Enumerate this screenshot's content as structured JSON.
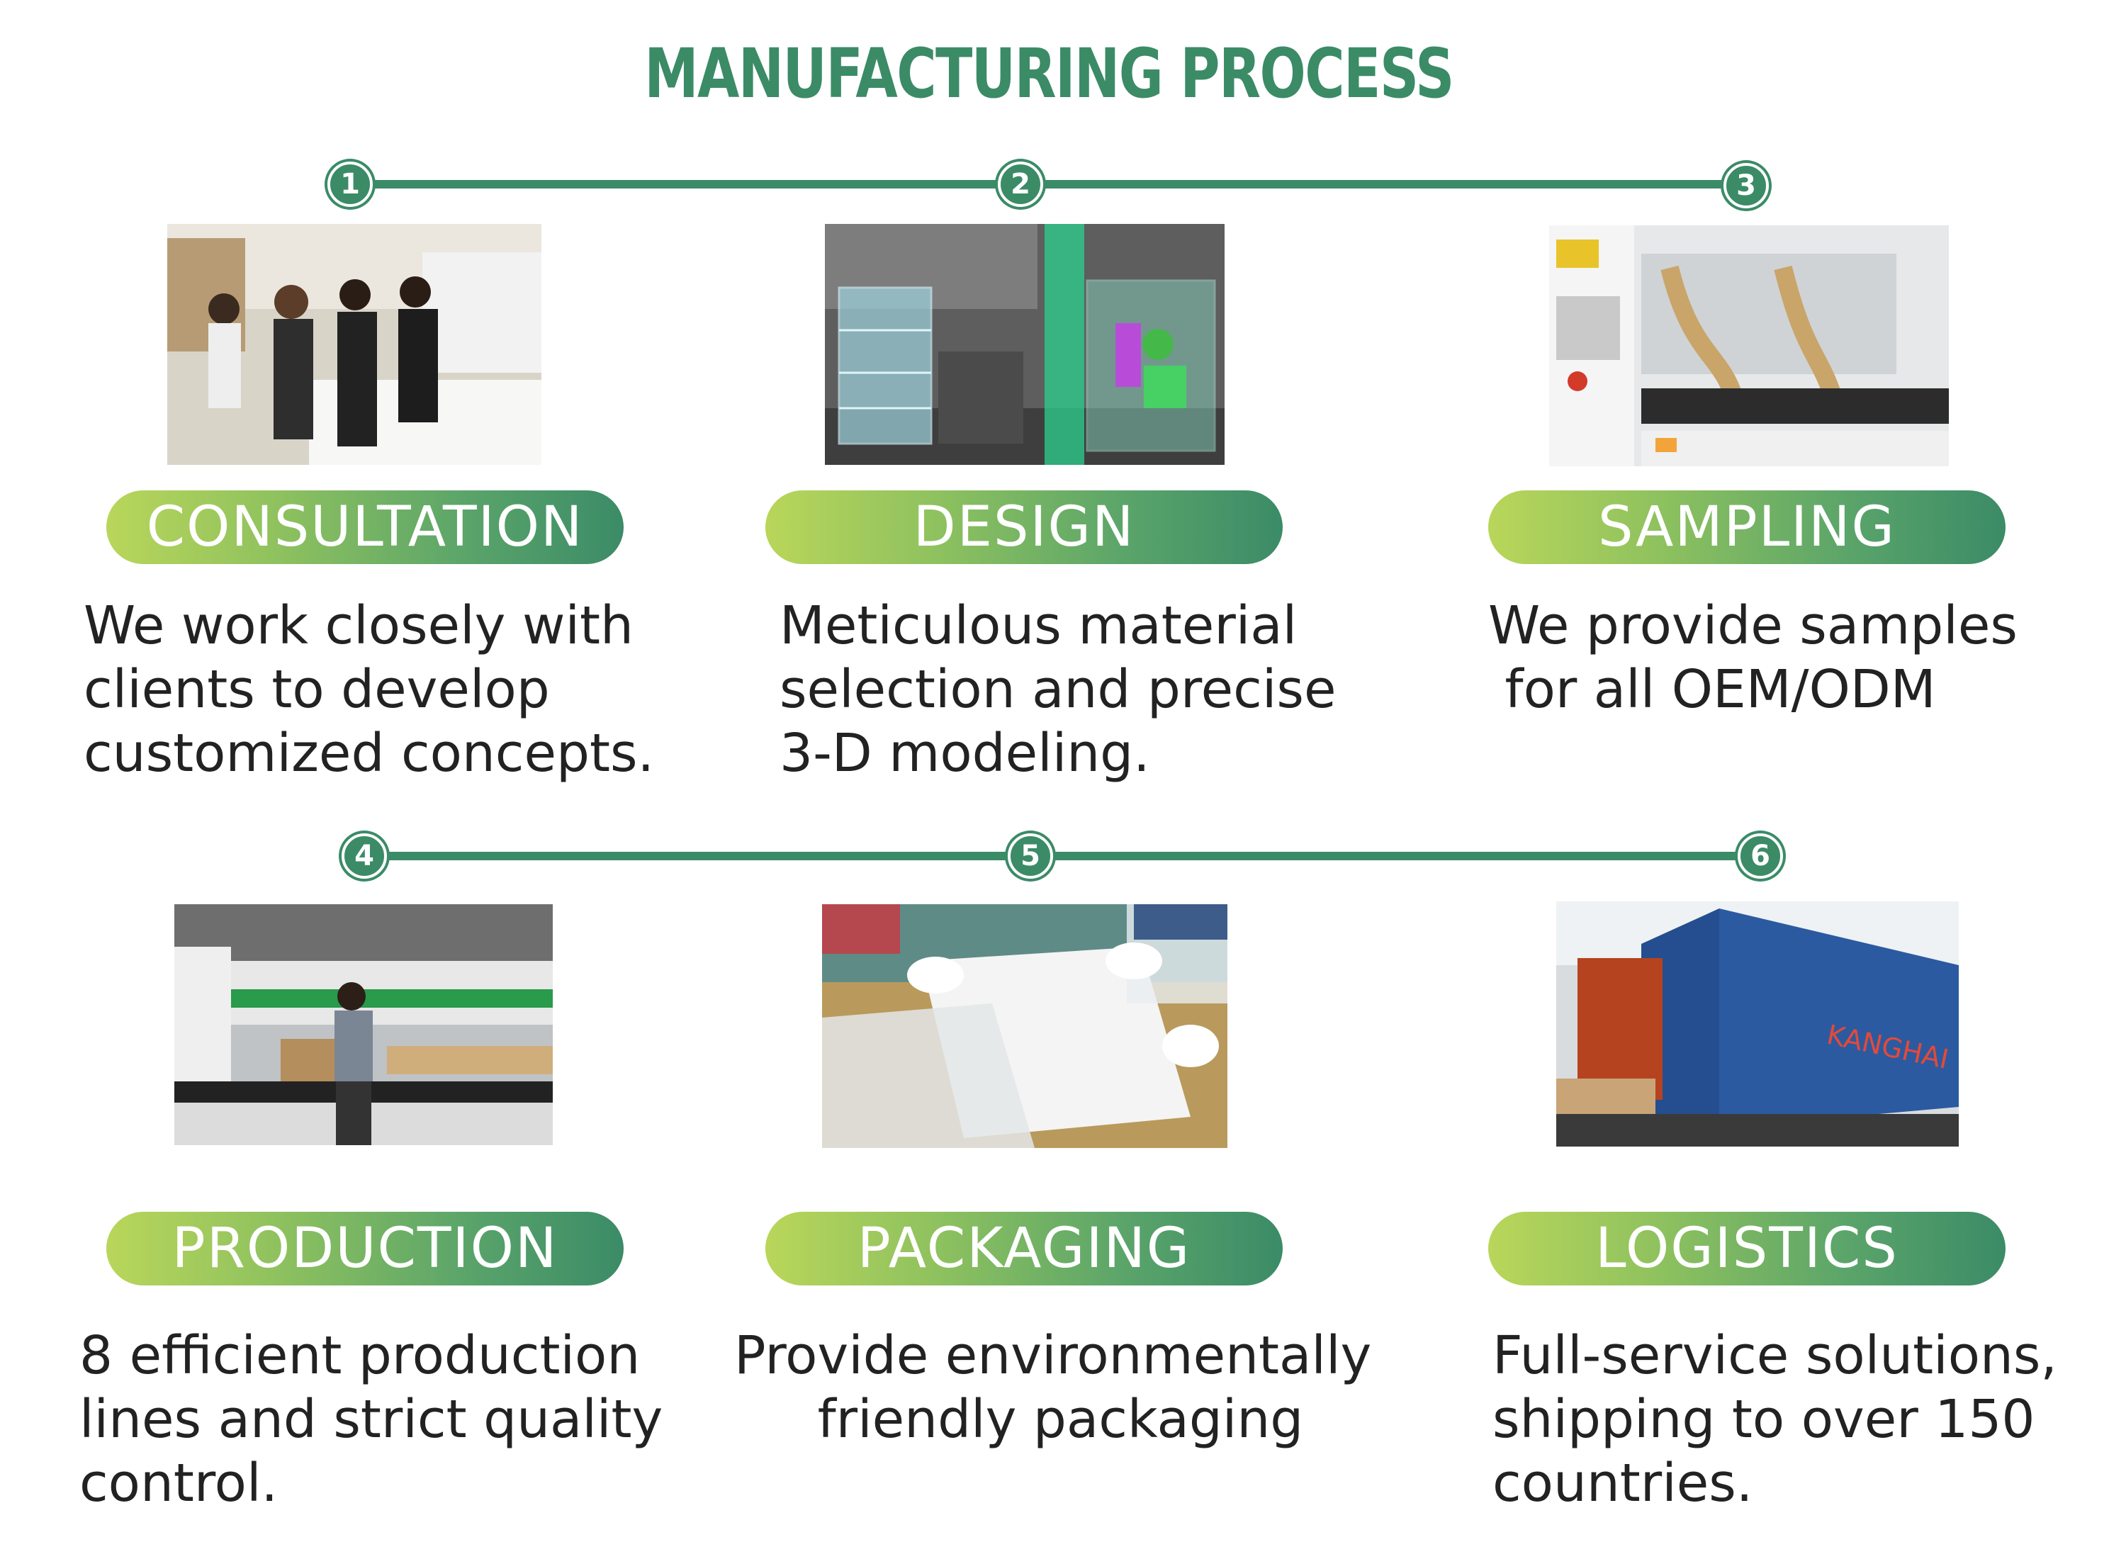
{
  "title": "MANUFACTURING PROCESS",
  "colors": {
    "primary_green": "#3b8b67",
    "light_green": "#b9d65a",
    "text": "#222222"
  },
  "steps": [
    {
      "number": "1",
      "label": "CONSULTATION",
      "description": "We work closely with\nclients to develop\ncustomized concepts.",
      "image": "consultation-photo"
    },
    {
      "number": "2",
      "label": "DESIGN",
      "description": "Meticulous material\nselection and precise\n3-D modeling.",
      "image": "design-3d-model-image"
    },
    {
      "number": "3",
      "label": "SAMPLING",
      "description": "We provide samples\n for all OEM/ODM",
      "image": "sampling-machine-photo"
    },
    {
      "number": "4",
      "label": "PRODUCTION",
      "description": "8 efficient production\nlines and strict quality\ncontrol.",
      "image": "production-line-photo"
    },
    {
      "number": "5",
      "label": "PACKAGING",
      "description": "Provide environmentally\n     friendly packaging",
      "image": "packaging-photo"
    },
    {
      "number": "6",
      "label": "LOGISTICS",
      "description": "Full-service solutions,\nshipping to over 150\ncountries.",
      "image": "logistics-container-photo"
    }
  ]
}
